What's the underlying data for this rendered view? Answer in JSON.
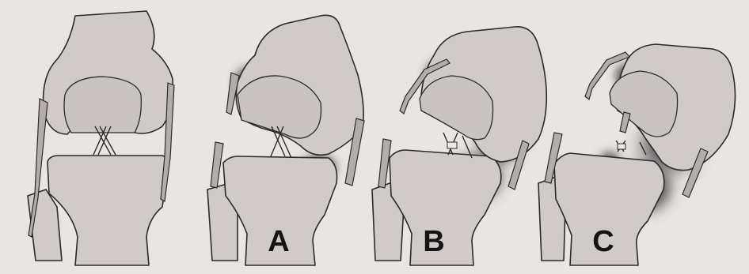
{
  "figure": {
    "background": "#e9e5e2",
    "bone_fill": "#d0cbc9",
    "outline": "#2b2b2b",
    "bruise_color": "#4f4a4c",
    "panels": [
      {
        "id": "normal",
        "label": ""
      },
      {
        "id": "a",
        "label": "A"
      },
      {
        "id": "b",
        "label": "B"
      },
      {
        "id": "c",
        "label": "C"
      }
    ]
  }
}
